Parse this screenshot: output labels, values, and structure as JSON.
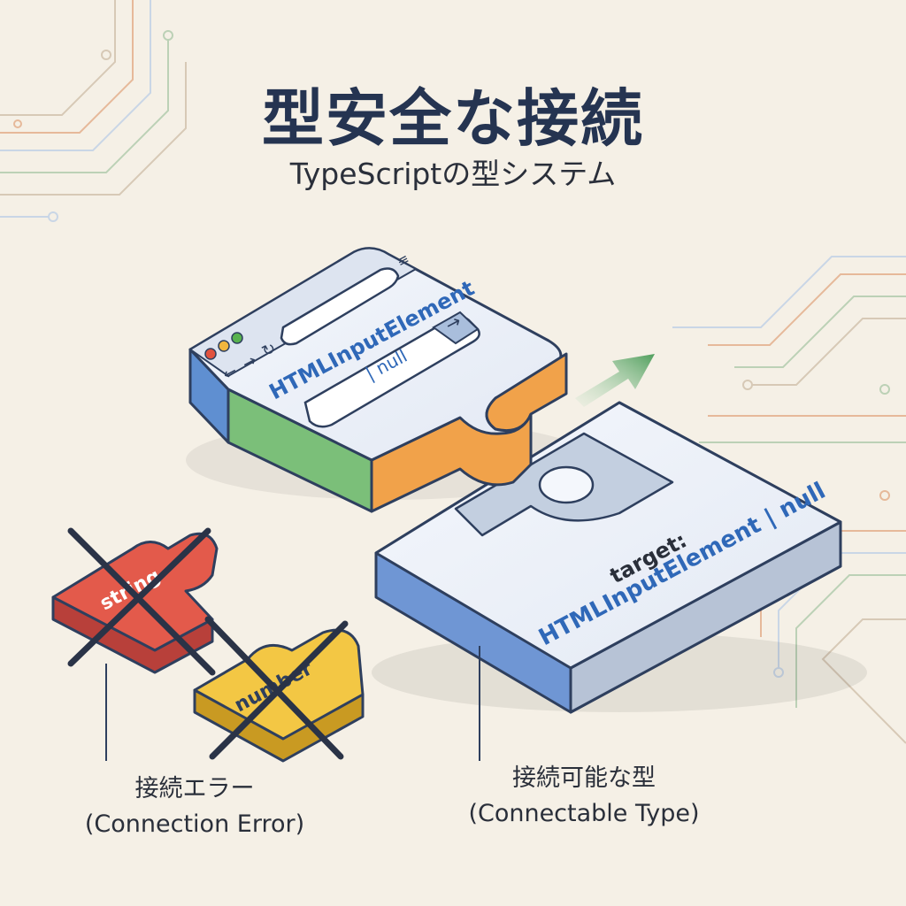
{
  "header": {
    "title": "型安全な接続",
    "subtitle": "TypeScriptの型システム"
  },
  "browser_piece": {
    "type_label": "HTMLInputElement",
    "null_label": "| null",
    "window_dots": [
      "#e0523f",
      "#f2b63d",
      "#58b24f"
    ],
    "side_colors": [
      "#5f8fd1",
      "#7bbf79",
      "#f1a24a"
    ]
  },
  "target_slot": {
    "line1": "target:",
    "line2": "HTMLInputElement | null"
  },
  "bad_pieces": [
    {
      "label": "string",
      "color": "#e35a4b"
    },
    {
      "label": "number",
      "color": "#f3c744"
    }
  ],
  "captions": {
    "error_ja": "接続エラー",
    "error_en": "(Connection Error)",
    "ok_ja": "接続可能な型",
    "ok_en": "(Connectable Type)"
  },
  "colors": {
    "accent_blue": "#2f68b8",
    "success_green": "#5fa86a",
    "error_red": "#e35a4b"
  }
}
